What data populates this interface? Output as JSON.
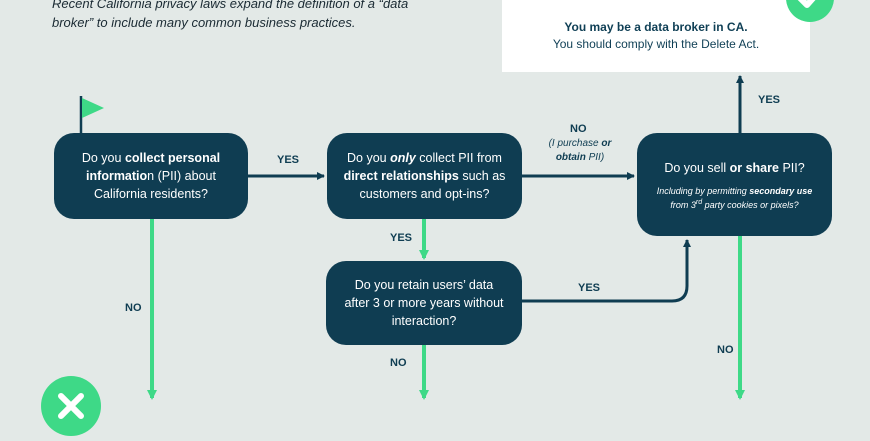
{
  "intro": {
    "line1": "Recent California privacy laws expand the definition of a “data",
    "line2": "broker” to include many common business practices."
  },
  "result": {
    "title": "You may be a data broker in CA.",
    "subtitle": "You should comply with the Delete Act."
  },
  "nodes": {
    "collect": {
      "p1": "Do you ",
      "b1": "collect personal",
      "b2": "informatio",
      "p2": "n (PII) about",
      "p3": "California residents?"
    },
    "only": {
      "p1": "Do you ",
      "i1": "only",
      "p2": " collect PII from",
      "b1": "direct relationships",
      "p3": " such as",
      "p4": "customers and opt-ins?"
    },
    "retain": {
      "line1": "Do you retain users’ data",
      "line2": "after 3 or more years without",
      "line3": "interaction?"
    },
    "sell": {
      "p1": "Do you sell ",
      "b1": "or share",
      "p2": " PII?",
      "note_p1": "Including by permitting ",
      "note_b1": "secondary use",
      "note_p2": "from 3",
      "note_sup": "rd",
      "note_p3": " party cookies or pixels?"
    }
  },
  "labels": {
    "yes1": "YES",
    "yes2": "YES",
    "yes3": "YES",
    "yes4": "YES",
    "no1": "NO",
    "no2": "NO",
    "no3": "NO",
    "no4": "NO",
    "no_note_p1": "(I purchase ",
    "no_note_b1": "or",
    "no_note_b2": "obtain",
    "no_note_p2": " PII)"
  },
  "colors": {
    "node": "#0f3d52",
    "arrow_dark": "#0f3d52",
    "arrow_green": "#3ed987",
    "background": "#e3e9e7"
  },
  "icons": [
    "flag-icon",
    "check-icon",
    "x-icon"
  ]
}
